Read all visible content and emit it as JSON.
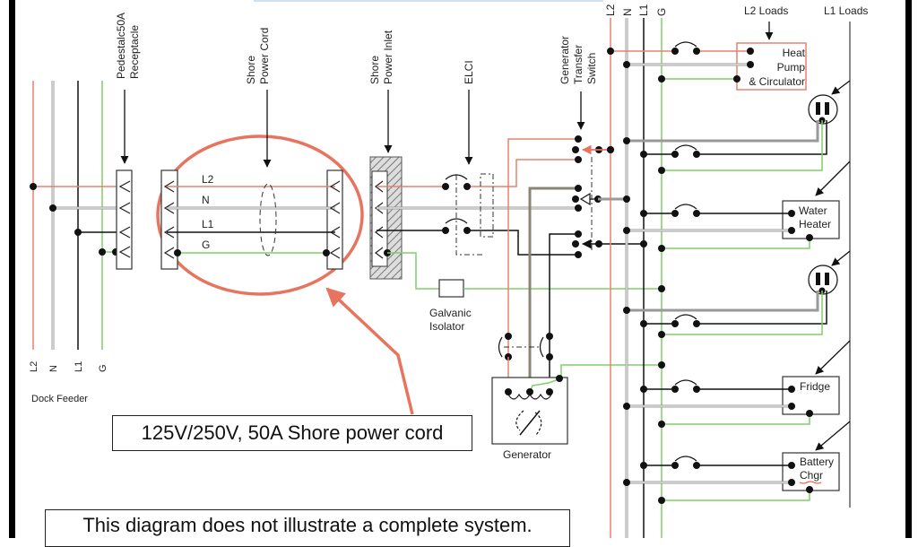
{
  "diagram": {
    "title_callout": "125V/250V, 50A Shore power cord",
    "disclaimer": "This diagram does not illustrate a complete system.",
    "colors": {
      "L2": "#e8806e",
      "N": "#9a9a9a",
      "L1": "#111111",
      "G": "#7fcf6a",
      "highlight": "#e8735e"
    },
    "dock_feeder": {
      "label": "Dock Feeder",
      "conductors": [
        "L2",
        "N",
        "L1",
        "G"
      ]
    },
    "components": {
      "pedestal": "Pedestalc50A Receptacle",
      "pedestal_lines": [
        "Pedestalc50A",
        "Receptacle"
      ],
      "shore_cord_lines": [
        "Shore",
        "Power Cord"
      ],
      "shore_cord_wires": [
        "L2",
        "N",
        "L1",
        "G"
      ],
      "shore_inlet_lines": [
        "Shore",
        "Power Inlet"
      ],
      "elci": "ELCI",
      "transfer_switch_lines": [
        "Generator",
        "Transfer",
        "Switch"
      ],
      "galvanic_lines": [
        "Galvanic",
        "Isolator"
      ],
      "generator": "Generator"
    },
    "bus": {
      "labels": [
        "L2",
        "N",
        "L1",
        "G"
      ]
    },
    "loads": {
      "l2_header": "L2 Loads",
      "l1_header": "L1 Loads",
      "heat_pump_lines": [
        "Heat",
        "Pump",
        "& Circulator"
      ],
      "water_heater_lines": [
        "Water",
        "Heater"
      ],
      "fridge": "Fridge",
      "battery_lines": [
        "Battery",
        "Chgr"
      ]
    }
  }
}
